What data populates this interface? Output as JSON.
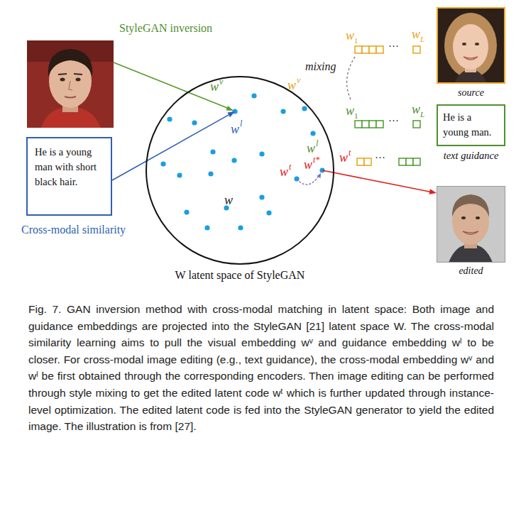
{
  "diagram": {
    "caption": "Fig. 7. GAN inversion method with cross-modal matching in latent space: Both image and guidance embeddings are projected into the StyleGAN [21] latent space W. The cross-modal similarity learning aims to pull the visual embedding wᵛ and guidance embedding wˡ to be closer. For cross-modal image editing (e.g., text guidance), the cross-modal embedding wᵛ and wˡ be first obtained through the corresponding encoders. Then image editing can be performed through style mixing to get the edited latent code wᵗ which is further updated through instance-level optimization. The edited latent code is fed into the StyleGAN generator to yield the edited image. The illustration is from [27].",
    "nodes": [
      {
        "text": [
          "source"
        ]
      },
      {
        "text": [
          "He is a young man with short black hair."
        ]
      },
      {
        "text": [
          "W latent space of StyleGAN"
        ]
      },
      {
        "text": [
          "He is a young man.",
          "text guidance"
        ]
      },
      {
        "text": [
          "edited"
        ]
      }
    ],
    "edges": [
      {
        "from": 1,
        "to": 2,
        "arrow": "to"
      },
      {
        "from": 2,
        "to": 4,
        "arrow": "to"
      }
    ],
    "labels": [
      "StyleGAN inversion",
      "mixing",
      "w",
      "1",
      "w",
      "L",
      "···",
      "w",
      "v",
      "w",
      "v",
      "w",
      "1",
      "w",
      "L",
      "···",
      "w",
      "l",
      "w",
      "l",
      "w",
      "t",
      "···",
      "w",
      "t",
      "w",
      "t*",
      "w",
      "Cross-modal similarity"
    ]
  }
}
